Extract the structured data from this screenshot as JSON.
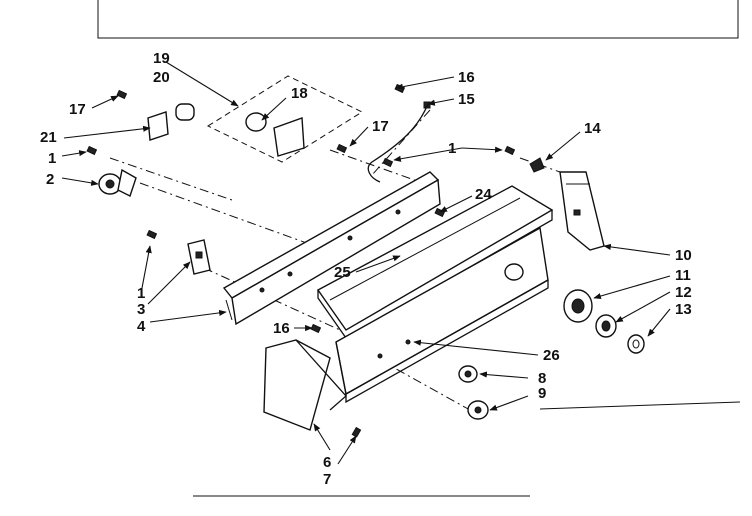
{
  "callouts": {
    "c1a": "1",
    "c1b": "1",
    "c1c": "1",
    "c2": "2",
    "c3": "3",
    "c4": "4",
    "c6": "6",
    "c7": "7",
    "c8": "8",
    "c9": "9",
    "c10": "10",
    "c11": "11",
    "c12": "12",
    "c13": "13",
    "c14": "14",
    "c15": "15",
    "c16a": "16",
    "c16b": "16",
    "c17a": "17",
    "c17b": "17",
    "c18": "18",
    "c19": "19",
    "c20": "20",
    "c21": "21",
    "c24": "24",
    "c25": "25",
    "c26": "26"
  }
}
